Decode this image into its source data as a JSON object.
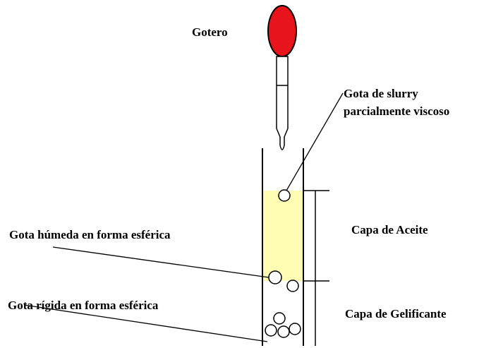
{
  "labels": {
    "dropper": "Gotero",
    "slurry_drop_line1": "Gota de slurry",
    "slurry_drop_line2": "parcialmente viscoso",
    "wet_drop": "Gota húmeda en forma esférica",
    "rigid_drop": "Gota rígida en forma esférica",
    "oil_layer": "Capa de Aceite",
    "gelling_layer": "Capa de Gelificante"
  },
  "colors": {
    "dropper_bulb": "#e8141c",
    "oil_layer": "#fffdb3",
    "outline": "#000000",
    "background": "#ffffff"
  }
}
